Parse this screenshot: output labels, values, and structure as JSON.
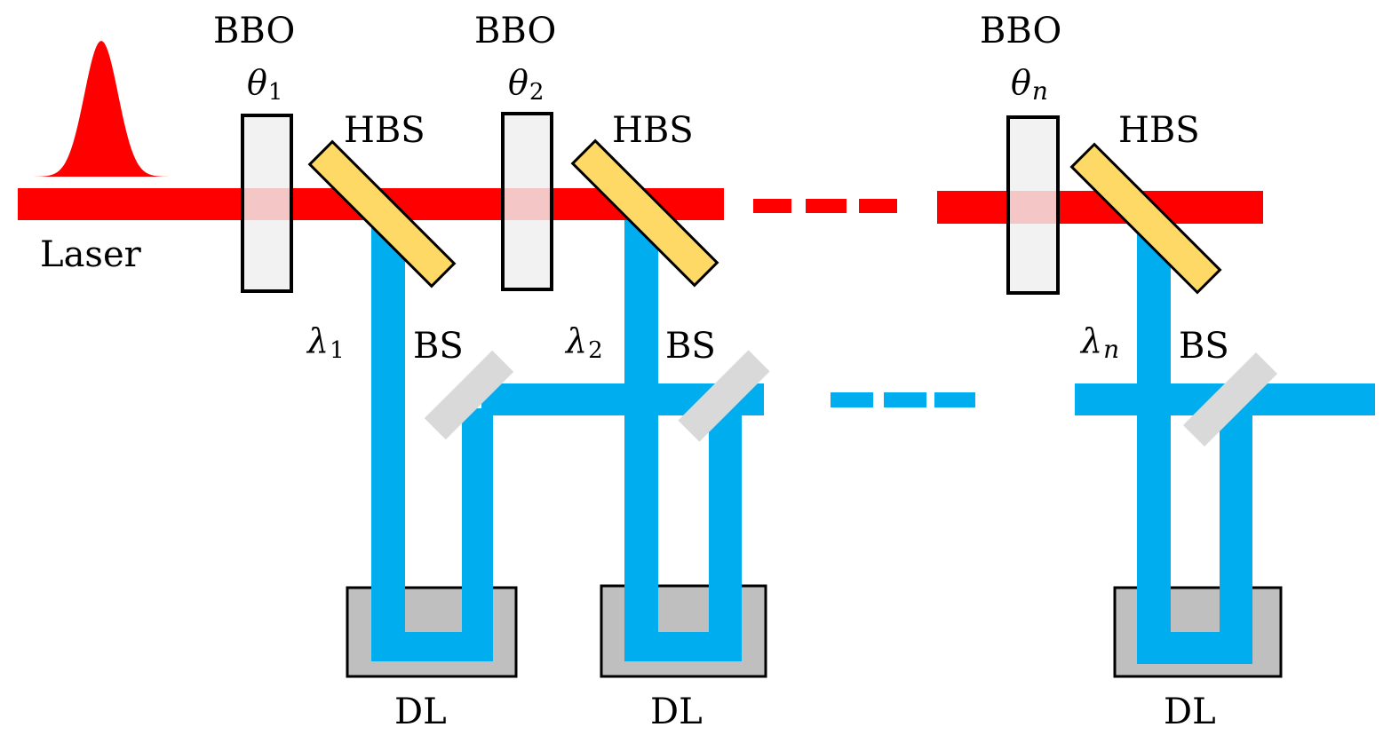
{
  "colors": {
    "laser": "#ff0000",
    "signal": "#00aeef",
    "hbs": "#ffd966",
    "bs": "#d9d9d9",
    "crystal": "#f2f2f2",
    "crystal_overlap": "#f5c6c6",
    "delay_line": "#bfbfbf",
    "outline": "#000000"
  },
  "labels": {
    "laser": "Laser",
    "stage1": {
      "bbo": "BBO",
      "theta_symbol": "θ",
      "theta_sub": "1",
      "hbs": "HBS",
      "lambda_symbol": "λ",
      "lambda_sub": "1",
      "bs": "BS",
      "dl": "DL"
    },
    "stage2": {
      "bbo": "BBO",
      "theta_symbol": "θ",
      "theta_sub": "2",
      "hbs": "HBS",
      "lambda_symbol": "λ",
      "lambda_sub": "2",
      "bs": "BS",
      "dl": "DL"
    },
    "stageN": {
      "bbo": "BBO",
      "theta_symbol": "θ",
      "theta_sub": "n",
      "hbs": "HBS",
      "lambda_symbol": "λ",
      "lambda_sub": "n",
      "bs": "BS",
      "dl": "DL"
    }
  },
  "icons": {
    "pulse": "gaussian-pulse-icon",
    "ellipsis_laser": "dashed-beam-ellipsis",
    "ellipsis_signal": "dashed-beam-ellipsis"
  }
}
